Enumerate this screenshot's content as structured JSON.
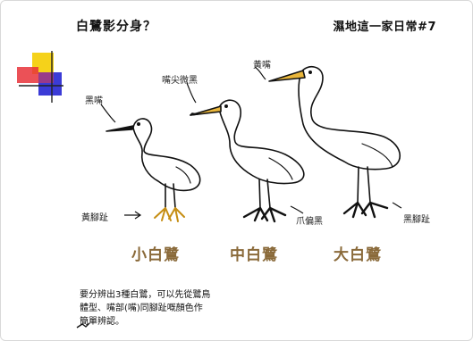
{
  "slide": {
    "title": "白鷺影分身？",
    "series": "濕地這一家日常#7"
  },
  "labels": {
    "black_bill": "黑嘴",
    "bill_tip_black": "嘴尖微黑",
    "yellow_bill": "黃嘴",
    "yellow_toes": "黃腳趾",
    "black_claws": "爪偏黑",
    "black_toes": "黑腳趾"
  },
  "birds": {
    "little_egret": "小白鷺",
    "intermediate_egret": "中白鷺",
    "great_egret": "大白鷺"
  },
  "note": {
    "line1": "要分辨出3種白鷺，可以先從鷺鳥",
    "line2": "體型、嘴部(嘴)同腳趾嘅顏色作",
    "line3": "簡單辨認。"
  },
  "colors": {
    "bill_yellow": "#e9b63b",
    "name_brown": "#8a6a3a",
    "logo_yellow": "#f5d21a",
    "logo_red": "#e8323a",
    "logo_blue": "#3b3bd6"
  }
}
